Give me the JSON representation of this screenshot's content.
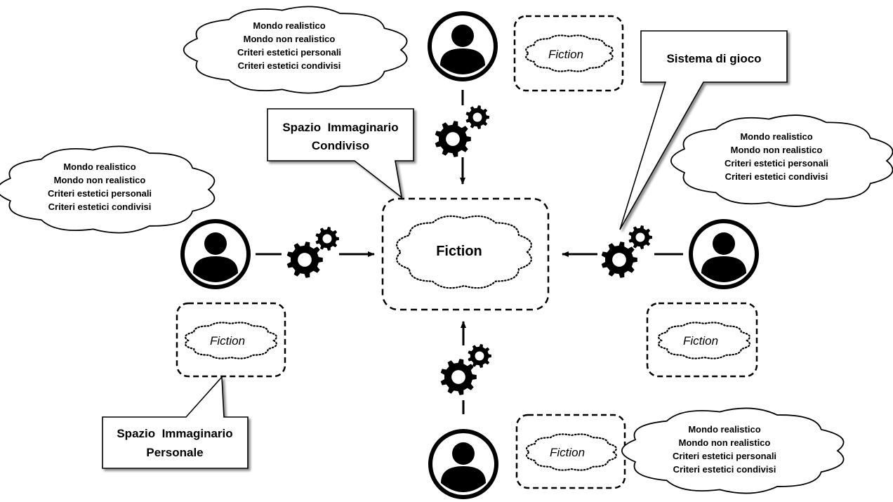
{
  "central": {
    "fiction_label": "Fiction"
  },
  "callouts": {
    "shared_space_line1": "Spazio  Immaginario",
    "shared_space_line2": "Condiviso",
    "personal_space_line1": "Spazio  Immaginario",
    "personal_space_line2": "Personale",
    "game_system": "Sistema di gioco"
  },
  "players": [
    {
      "position": "top",
      "fiction_label": "Fiction",
      "criteria": [
        "Mondo realistico",
        "Mondo non realistico",
        "Criteri estetici personali",
        "Criteri estetici condivisi"
      ]
    },
    {
      "position": "left",
      "fiction_label": "Fiction",
      "criteria": [
        "Mondo realistico",
        "Mondo non realistico",
        "Criteri estetici personali",
        "Criteri estetici condivisi"
      ]
    },
    {
      "position": "right",
      "fiction_label": "Fiction",
      "criteria": [
        "Mondo realistico",
        "Mondo non realistico",
        "Criteri estetici personali",
        "Criteri estetici condivisi"
      ]
    },
    {
      "position": "bottom",
      "fiction_label": "Fiction",
      "criteria": [
        "Mondo realistico",
        "Mondo non realistico",
        "Criteri estetici personali",
        "Criteri estetici condivisi"
      ]
    }
  ],
  "icons": {
    "player": "user-avatar-icon",
    "gears": "gears-icon"
  },
  "colors": {
    "stroke": "#000000",
    "background": "#ffffff"
  }
}
